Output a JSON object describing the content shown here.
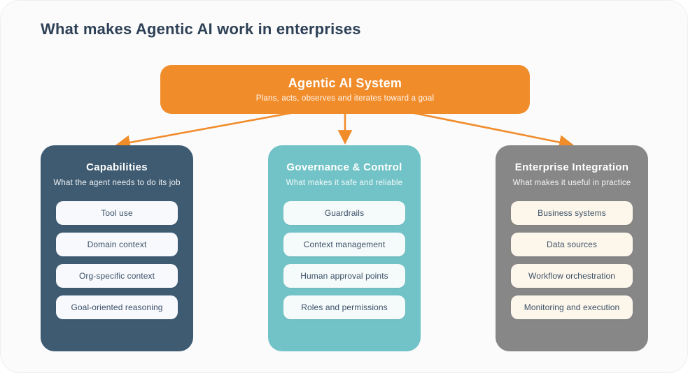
{
  "page": {
    "title": "What makes Agentic AI work in enterprises"
  },
  "root": {
    "title": "Agentic AI System",
    "subtitle": "Plans, acts, observes and iterates toward a goal",
    "color": "#F18C2B"
  },
  "connectors": {
    "color": "#F18C2B",
    "style": "arrow"
  },
  "columns": [
    {
      "title": "Capabilities",
      "subtitle": "What the agent needs to do its job",
      "color": "#3E5B72",
      "item_bg": "#F8F9FD",
      "items": [
        "Tool use",
        "Domain context",
        "Org-specific context",
        "Goal-oriented reasoning"
      ]
    },
    {
      "title": "Governance & Control",
      "subtitle": "What makes it safe and reliable",
      "color": "#72C3C7",
      "item_bg": "#F5FAFA",
      "items": [
        "Guardrails",
        "Context management",
        "Human approval points",
        "Roles and permissions"
      ]
    },
    {
      "title": "Enterprise Integration",
      "subtitle": "What makes it useful in practice",
      "color": "#878787",
      "item_bg": "#FDF6EA",
      "items": [
        "Business systems",
        "Data sources",
        "Workflow orchestration",
        "Monitoring and execution"
      ]
    }
  ]
}
